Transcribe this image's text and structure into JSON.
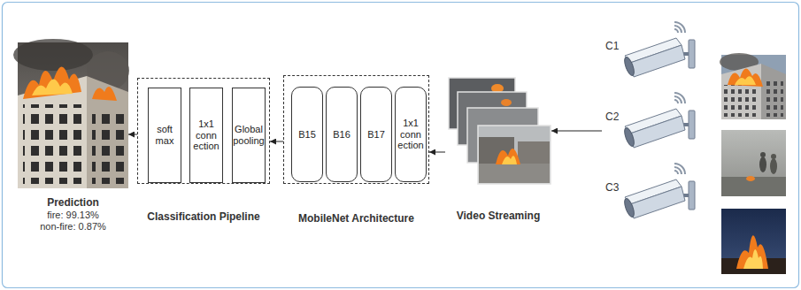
{
  "diagram": {
    "nodes": [
      {
        "text": [
          "Prediction",
          "fire: 99.13%",
          "non-fire: 0.87%"
        ]
      },
      {
        "text": [
          "Classification Pipeline"
        ]
      },
      {
        "text": [
          "soft max"
        ],
        "in": 1
      },
      {
        "text": [
          "1x1 conn ection"
        ],
        "in": 1
      },
      {
        "text": [
          "Global pooling"
        ],
        "in": 1
      },
      {
        "text": [
          "MobileNet Architecture"
        ]
      },
      {
        "text": [
          "B15"
        ],
        "in": 5
      },
      {
        "text": [
          "B16"
        ],
        "in": 5
      },
      {
        "text": [
          "B17"
        ],
        "in": 5
      },
      {
        "text": [
          "1x1 conn ection"
        ],
        "in": 5
      },
      {
        "text": [
          "Video Streaming"
        ]
      },
      {
        "text": [
          "C1"
        ]
      },
      {
        "text": [
          "C2"
        ]
      },
      {
        "text": [
          "C3"
        ]
      }
    ],
    "edges": [
      {
        "from": 12,
        "to": 10,
        "arrow": "to"
      },
      {
        "from": 10,
        "to": 5,
        "arrow": "to"
      },
      {
        "from": 5,
        "to": 1,
        "arrow": "to"
      },
      {
        "from": 1,
        "to": 0,
        "arrow": "to"
      }
    ]
  }
}
